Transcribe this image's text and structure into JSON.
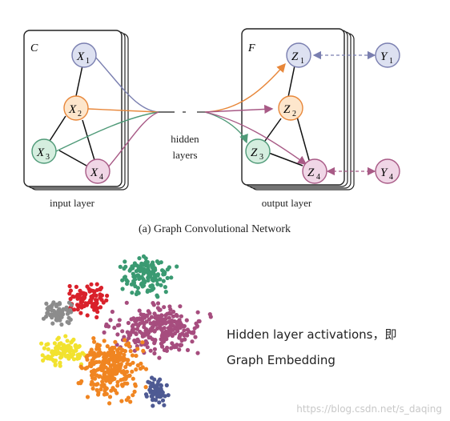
{
  "gcn": {
    "input_panel_letter": "C",
    "output_panel_letter": "F",
    "input_layer_label": "input layer",
    "output_layer_label": "output layer",
    "hidden_label_line1": "hidden",
    "hidden_label_line2": "layers",
    "caption": "(a) Graph Convolutional Network",
    "nodes": {
      "x1": {
        "main": "X",
        "sub": "1"
      },
      "x2": {
        "main": "X",
        "sub": "2"
      },
      "x3": {
        "main": "X",
        "sub": "3"
      },
      "x4": {
        "main": "X",
        "sub": "4"
      },
      "z1": {
        "main": "Z",
        "sub": "1"
      },
      "z2": {
        "main": "Z",
        "sub": "2"
      },
      "z3": {
        "main": "Z",
        "sub": "3"
      },
      "z4": {
        "main": "Z",
        "sub": "4"
      },
      "y1": {
        "main": "Y",
        "sub": "1"
      },
      "y4": {
        "main": "Y",
        "sub": "4"
      }
    },
    "colors": {
      "blue": "#7a7fb0",
      "orange": "#e8873a",
      "green": "#4f9a78",
      "purple": "#a85a86",
      "blue_fill": "#dde1f1",
      "orange_fill": "#fde6cc",
      "green_fill": "#d5eedf",
      "purple_fill": "#f0d6e6"
    }
  },
  "embedding": {
    "caption_line1": "Hidden layer activations，即",
    "caption_line2": "Graph Embedding",
    "cluster_colors": {
      "green": "#3a9a72",
      "red": "#d9212b",
      "gray": "#8c8c8c",
      "magenta": "#a64d7e",
      "yellow": "#f2e22e",
      "orange": "#f08521",
      "navy": "#4e5a93"
    }
  },
  "watermark": "https://blog.csdn.net/s_daqing"
}
